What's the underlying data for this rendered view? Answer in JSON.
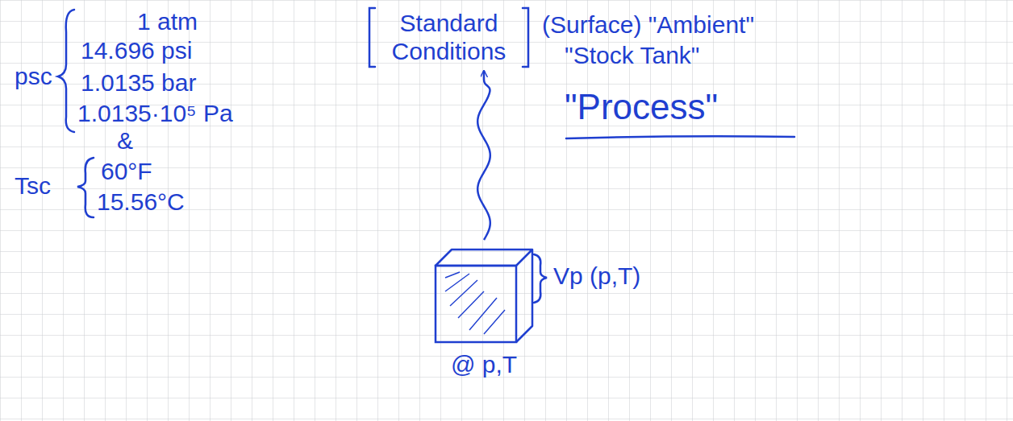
{
  "diagram": {
    "nodes": [
      {
        "text": [
          "Standard Conditions"
        ]
      },
      {
        "text": [
          "@ p,T"
        ]
      }
    ],
    "edges": [
      {
        "from": 1,
        "to": 0,
        "arrow": "to"
      }
    ],
    "labels": [
      "psc",
      "1 atm",
      "14.696 psi",
      "1.0135 bar",
      "1.0135·10⁵ Pa",
      "&",
      "Tsc",
      "60°F",
      "15.56°C",
      "(Surface) \"Ambient\"",
      "\"Stock Tank\"",
      "\"Process\"",
      "Vp (p,T)"
    ]
  }
}
